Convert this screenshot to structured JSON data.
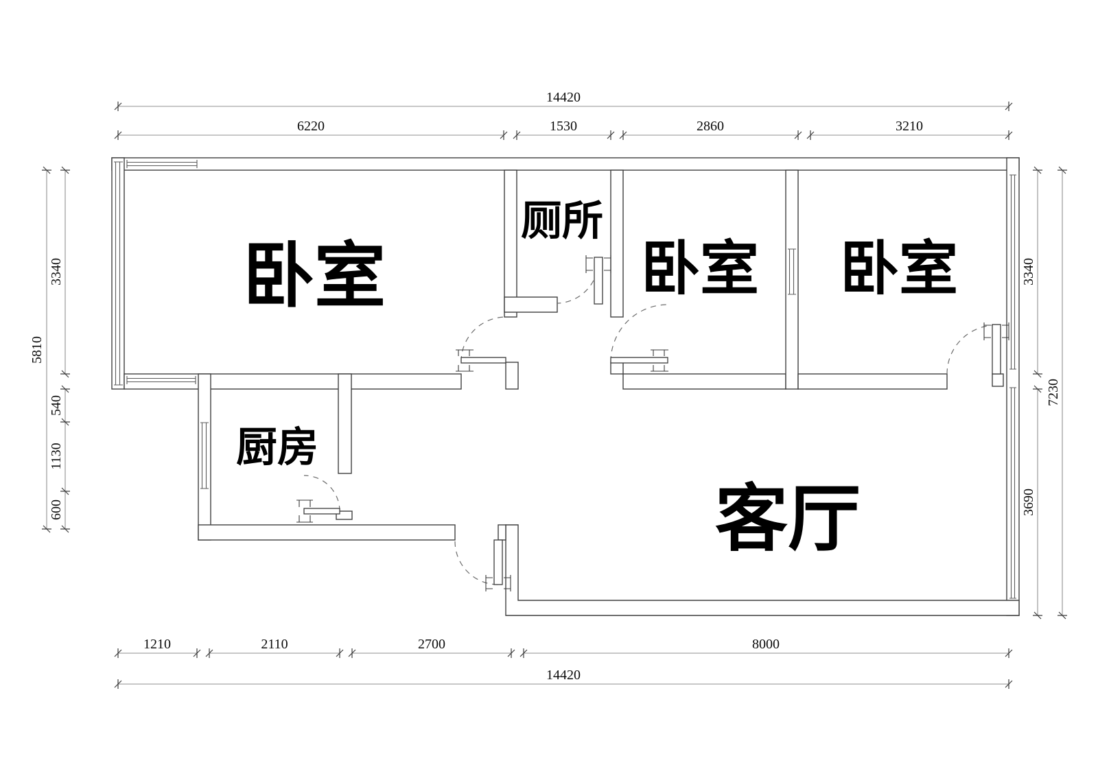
{
  "rooms": {
    "bedroom_left": {
      "label": "卧室"
    },
    "toilet": {
      "label": "厕所"
    },
    "bedroom_middle": {
      "label": "卧室"
    },
    "bedroom_right": {
      "label": "卧室"
    },
    "kitchen": {
      "label": "厨房"
    },
    "living_room": {
      "label": "客厅"
    }
  },
  "dimensions": {
    "top": {
      "overall": "14420",
      "segments": [
        "6220",
        "1530",
        "2860",
        "3210"
      ]
    },
    "bottom": {
      "overall": "14420",
      "segments": [
        "1210",
        "2110",
        "2700",
        "8000"
      ]
    },
    "left": {
      "overall": "5810",
      "segments": [
        "3340",
        "540",
        "1130",
        "600"
      ]
    },
    "right": {
      "overall": "7230",
      "segments": [
        "3340",
        "3690"
      ]
    }
  },
  "colors": {
    "background": "#ffffff",
    "wall_line": "#3f3f3f",
    "dimension_line": "#8f8f8f",
    "text": "#000000"
  }
}
